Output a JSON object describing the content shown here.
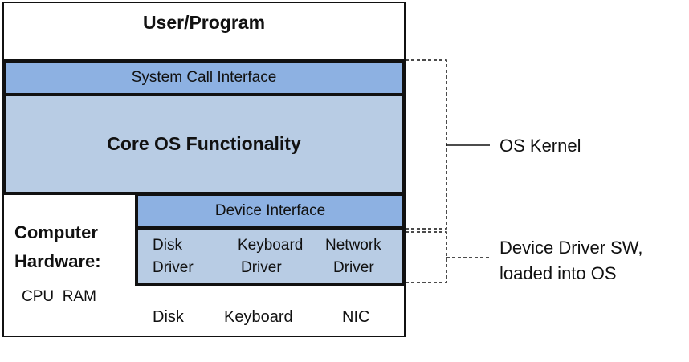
{
  "layers": {
    "user_program": "User/Program",
    "system_call_interface": "System Call Interface",
    "core_os": "Core OS Functionality",
    "device_interface": "Device Interface"
  },
  "drivers": [
    {
      "line1": "Disk",
      "line2": "Driver"
    },
    {
      "line1": "Keyboard",
      "line2": "Driver"
    },
    {
      "line1": "Network",
      "line2": "Driver"
    }
  ],
  "hardware": {
    "label_line1": "Computer",
    "label_line2": "Hardware:",
    "cpu": "CPU",
    "ram": "RAM",
    "devices": [
      "Disk",
      "Keyboard",
      "NIC"
    ]
  },
  "annotations": {
    "os_kernel": "OS Kernel",
    "driver_sw_line1": "Device Driver SW,",
    "driver_sw_line2": "loaded into OS"
  }
}
